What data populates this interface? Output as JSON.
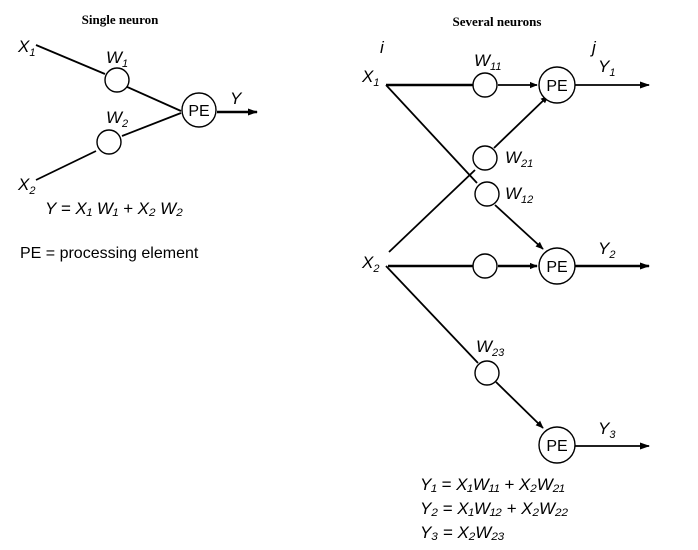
{
  "left": {
    "title": "Single neuron",
    "x1": "X",
    "x1_sub": "1",
    "x2": "X",
    "x2_sub": "2",
    "w1": "W",
    "w1_sub": "1",
    "w2": "W",
    "w2_sub": "2",
    "pe": "PE",
    "y": "Y",
    "equation": "Y = X₁ W₁ + X₂ W₂",
    "note": "PE = processing element"
  },
  "right": {
    "title": "Several neurons",
    "i_label": "i",
    "j_label": "j",
    "x1": "X",
    "x1_sub": "1",
    "x2": "X",
    "x2_sub": "2",
    "w11": "W",
    "w11_sub": "11",
    "w21": "W",
    "w21_sub": "21",
    "w12": "W",
    "w12_sub": "12",
    "w23": "W",
    "w23_sub": "23",
    "pe1": "PE",
    "pe2": "PE",
    "pe3": "PE",
    "y1": "Y",
    "y1_sub": "1",
    "y2": "Y",
    "y2_sub": "2",
    "y3": "Y",
    "y3_sub": "3",
    "equations": [
      "Y₁ = X₁W₁₁ + X₂W₂₁",
      "Y₂ = X₁W₁₂ + X₂W₂₂",
      "Y₃ = X₂W₂₃"
    ]
  }
}
